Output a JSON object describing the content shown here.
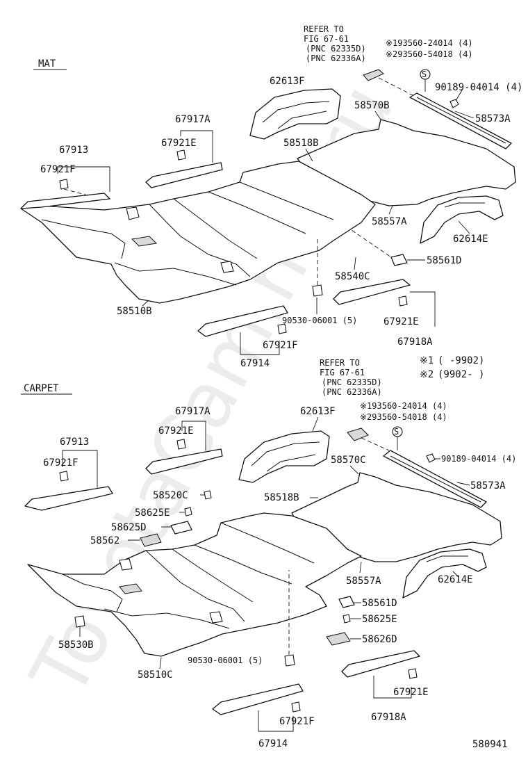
{
  "watermark": "ToyotaCam.net.ru",
  "figure_id": "580941",
  "legend": {
    "line1_mark": "※1",
    "line1_range": "(       -9902)",
    "line2_mark": "※2",
    "line2_range": "(9902-       )"
  },
  "mat": {
    "section_title": "MAT",
    "refer": {
      "line1": "REFER TO",
      "line2": "FIG 67-61",
      "line3": "(PNC 62335D)",
      "line4": "(PNC 62336A)"
    },
    "notes": {
      "n1": "※193560-24014 (4)",
      "n2": "※293560-54018 (4)"
    },
    "parts": {
      "p62613F": "62613F",
      "p90189": "90189-04014 (4)",
      "p58570B": "58570B",
      "p58573A": "58573A",
      "p67917A": "67917A",
      "p67921E_top": "67921E",
      "p58518B": "58518B",
      "p67913": "67913",
      "p67921F_top": "67921F",
      "p58557A": "58557A",
      "p62614E": "62614E",
      "p58561D": "58561D",
      "p58540C": "58540C",
      "p58510B": "58510B",
      "p90530": "90530-06001 (5)",
      "p67921E_bot": "67921E",
      "p67918A": "67918A",
      "p67921F_bot": "67921F",
      "p67914": "67914"
    }
  },
  "carpet": {
    "section_title": "CARPET",
    "refer": {
      "line1": "REFER TO",
      "line2": "FIG 67-61",
      "line3": "(PNC 62335D)",
      "line4": "(PNC 62336A)"
    },
    "notes": {
      "n1": "※193560-24014 (4)",
      "n2": "※293560-54018 (4)"
    },
    "parts": {
      "p67917A": "67917A",
      "p62613F": "62613F",
      "p67921E_top": "67921E",
      "p67913": "67913",
      "p67921F_top": "67921F",
      "p90189": "90189-04014 (4)",
      "p58570C": "58570C",
      "p58573A": "58573A",
      "p58520C": "58520C",
      "p58625E_top": "58625E",
      "p58625D": "58625D",
      "p58518B": "58518B",
      "p58562": "58562",
      "p58557A": "58557A",
      "p62614E": "62614E",
      "p58561D": "58561D",
      "p58625E_bot": "58625E",
      "p58530B": "58530B",
      "p58626D": "58626D",
      "p90530": "90530-06001 (5)",
      "p58510C": "58510C",
      "p67921E_bot": "67921E",
      "p67918A": "67918A",
      "p67921F_bot": "67921F",
      "p67914": "67914"
    }
  }
}
